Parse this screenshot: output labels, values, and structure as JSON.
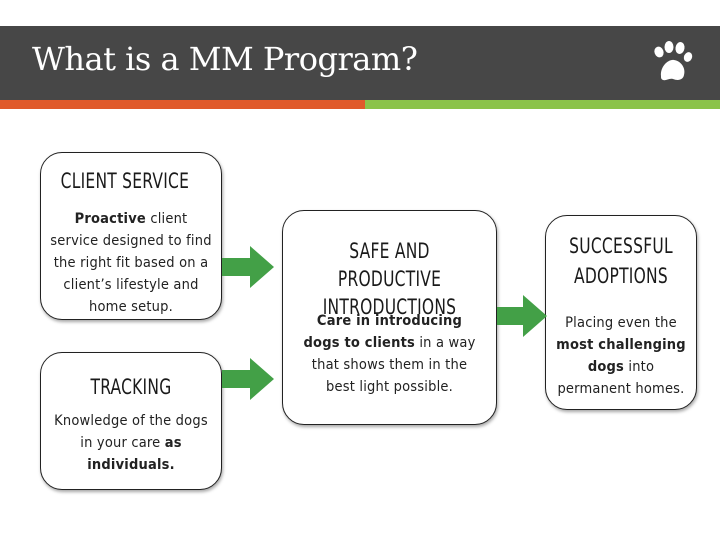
{
  "slide": {
    "title": "What is a MM Program?",
    "icon": "paw-print-icon",
    "colors": {
      "header": "#474747",
      "accent_orange": "#e05a2b",
      "accent_green": "#8bc34a"
    }
  },
  "boxes": {
    "client_service": {
      "title": "CLIENT SERVICE",
      "body_bold": "Proactive",
      "body_rest": " client service designed to find the right fit based on a client’s lifestyle and home setup."
    },
    "tracking": {
      "title": "TRACKING",
      "body_start": "Knowledge of the dogs in your care ",
      "body_bold": "as individuals."
    },
    "introductions": {
      "title": "SAFE AND PRODUCTIVE INTRODUCTIONS",
      "body_bold": "Care in introducing dogs to clients",
      "body_rest": " in a way that shows them in the best light possible."
    },
    "adoptions": {
      "title": "SUCCESSFUL ADOPTIONS",
      "body_start": "Placing even the ",
      "body_bold": "most challenging dogs",
      "body_rest": " into permanent homes."
    }
  }
}
